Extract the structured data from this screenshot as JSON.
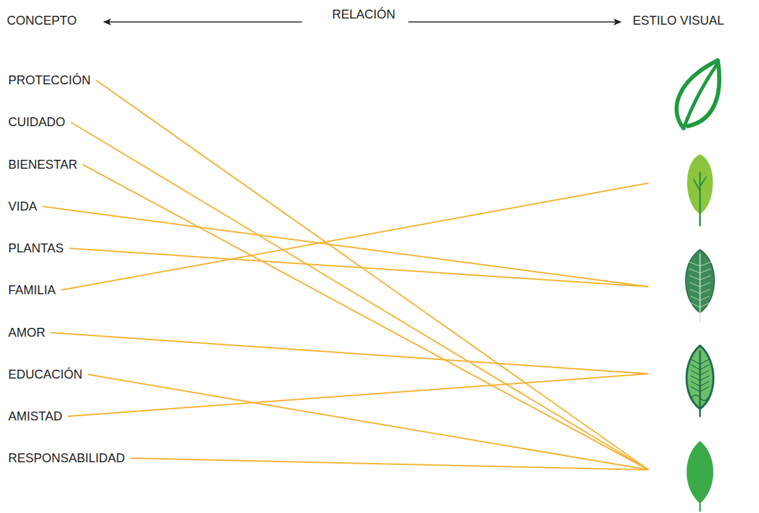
{
  "diagram": {
    "nodes": [
      {
        "text": [
          "PROTECCIÓN"
        ]
      },
      {
        "text": [
          "CUIDADO"
        ]
      },
      {
        "text": [
          "BIENESTAR"
        ]
      },
      {
        "text": [
          "VIDA"
        ]
      },
      {
        "text": [
          "PLANTAS"
        ]
      },
      {
        "text": [
          "FAMILIA"
        ]
      },
      {
        "text": [
          "AMOR"
        ]
      },
      {
        "text": [
          "EDUCACIÓN"
        ]
      },
      {
        "text": [
          "AMISTAD"
        ]
      },
      {
        "text": [
          "RESPONSABILIDAD"
        ]
      },
      {
        "text": []
      },
      {
        "text": []
      },
      {
        "text": []
      },
      {
        "text": []
      },
      {
        "text": []
      }
    ],
    "edges": [
      {
        "from": 0,
        "to": 14,
        "arrow": "none"
      },
      {
        "from": 1,
        "to": 14,
        "arrow": "none"
      },
      {
        "from": 2,
        "to": 14,
        "arrow": "none"
      },
      {
        "from": 3,
        "to": 12,
        "arrow": "none"
      },
      {
        "from": 4,
        "to": 12,
        "arrow": "none"
      },
      {
        "from": 5,
        "to": 11,
        "arrow": "none"
      },
      {
        "from": 6,
        "to": 13,
        "arrow": "none"
      },
      {
        "from": 7,
        "to": 14,
        "arrow": "none"
      },
      {
        "from": 8,
        "to": 13,
        "arrow": "none"
      },
      {
        "from": 9,
        "to": 14,
        "arrow": "none"
      }
    ],
    "labels": [
      "CONCEPTO",
      "RELACIÓN",
      "ESTILO VISUAL"
    ]
  }
}
